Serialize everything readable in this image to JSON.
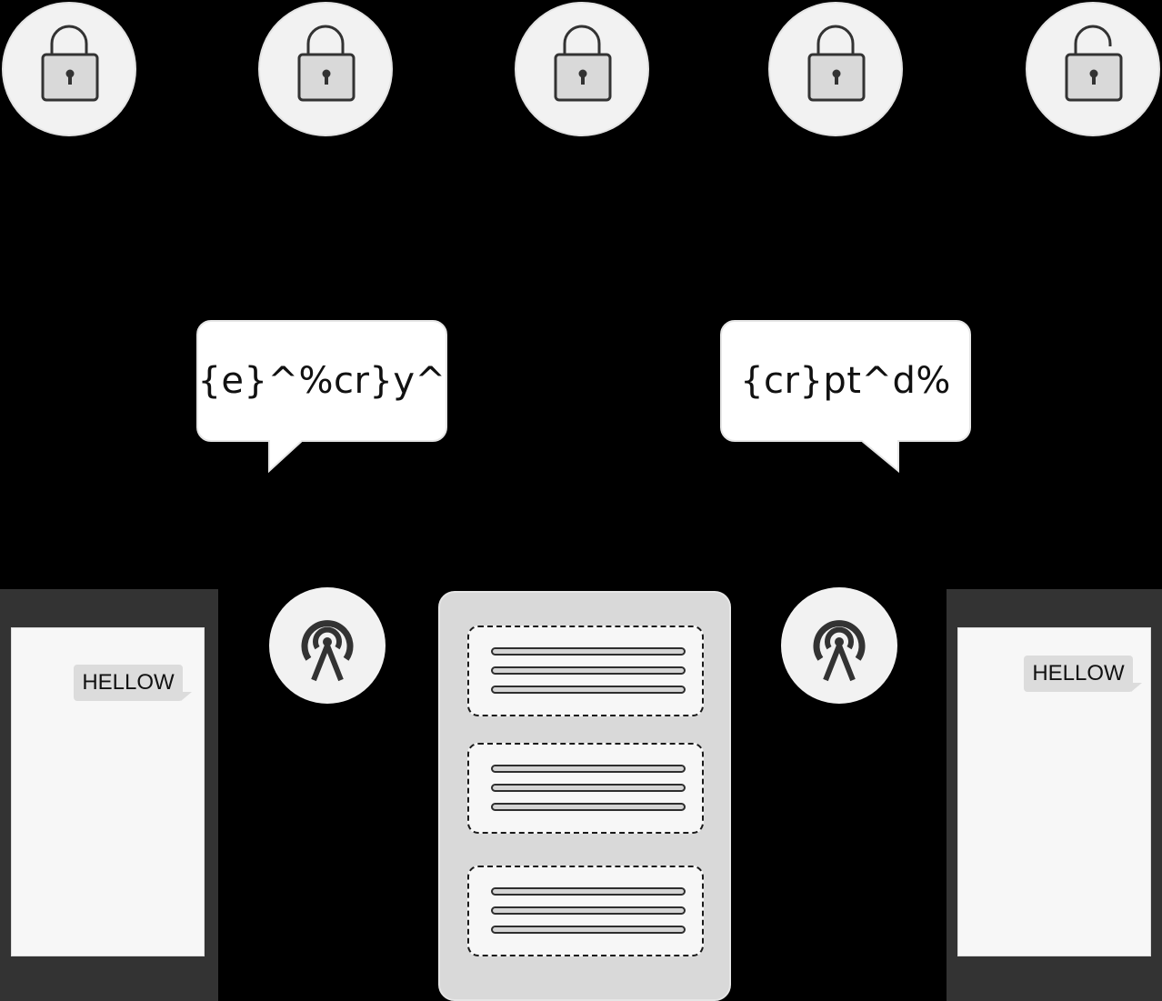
{
  "locks": [
    {
      "state": "locked",
      "icon": "lock-icon"
    },
    {
      "state": "locked",
      "icon": "lock-icon"
    },
    {
      "state": "locked",
      "icon": "lock-icon"
    },
    {
      "state": "locked",
      "icon": "lock-icon"
    },
    {
      "state": "unlocked",
      "icon": "unlock-icon"
    }
  ],
  "bubbles": {
    "left": "{e}^%cr}y^",
    "right": "{cr}pt^d%"
  },
  "phones": {
    "sender_message": "HELLOW",
    "receiver_message": "HELLOW"
  },
  "server": {
    "rack_count": 3,
    "lines_per_rack": 3
  },
  "colors": {
    "background": "#000000",
    "circle_fill": "#f2f2f2",
    "lock_body": "#d9d9d9",
    "phone_frame": "#333333",
    "phone_screen": "#f7f7f7",
    "server_fill": "#d9d9d9",
    "stroke": "#333333"
  }
}
